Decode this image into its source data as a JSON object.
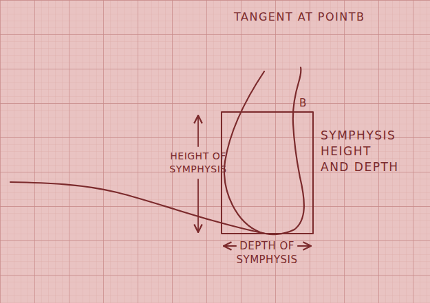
{
  "diagram": {
    "labels": [
      "TANGENT AT POINTB",
      "B",
      "HEIGHT OF SYMPHYSIS",
      "SYMPHYSIS HEIGHT AND DEPTH",
      "DEPTH OF SYMPHYSIS"
    ]
  }
}
